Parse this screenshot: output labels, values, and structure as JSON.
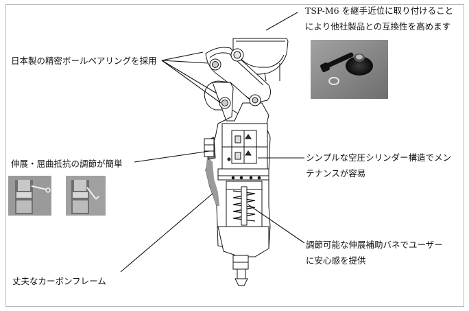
{
  "labels": {
    "tsp_line1": "TSP-M6 を継手近位に取り付けること",
    "tsp_line2": "により他社製品との互換性を高めます",
    "bearing": "日本製の精密ボールベアリングを採用",
    "adjust": "伸展・屈曲抵抗の調節が簡単",
    "cylinder_line1": "シンプルな空圧シリンダー構造でメン",
    "cylinder_line2": "テナンスが容易",
    "spring_line1": "調節可能な伸展補助バネでユーザー",
    "spring_line2": "に安心感を提供",
    "frame": "丈夫なカーボンフレーム"
  },
  "colors": {
    "line": "#111111",
    "gray_photo": "#8c8c8c",
    "shadow": "#d9d9d9"
  }
}
